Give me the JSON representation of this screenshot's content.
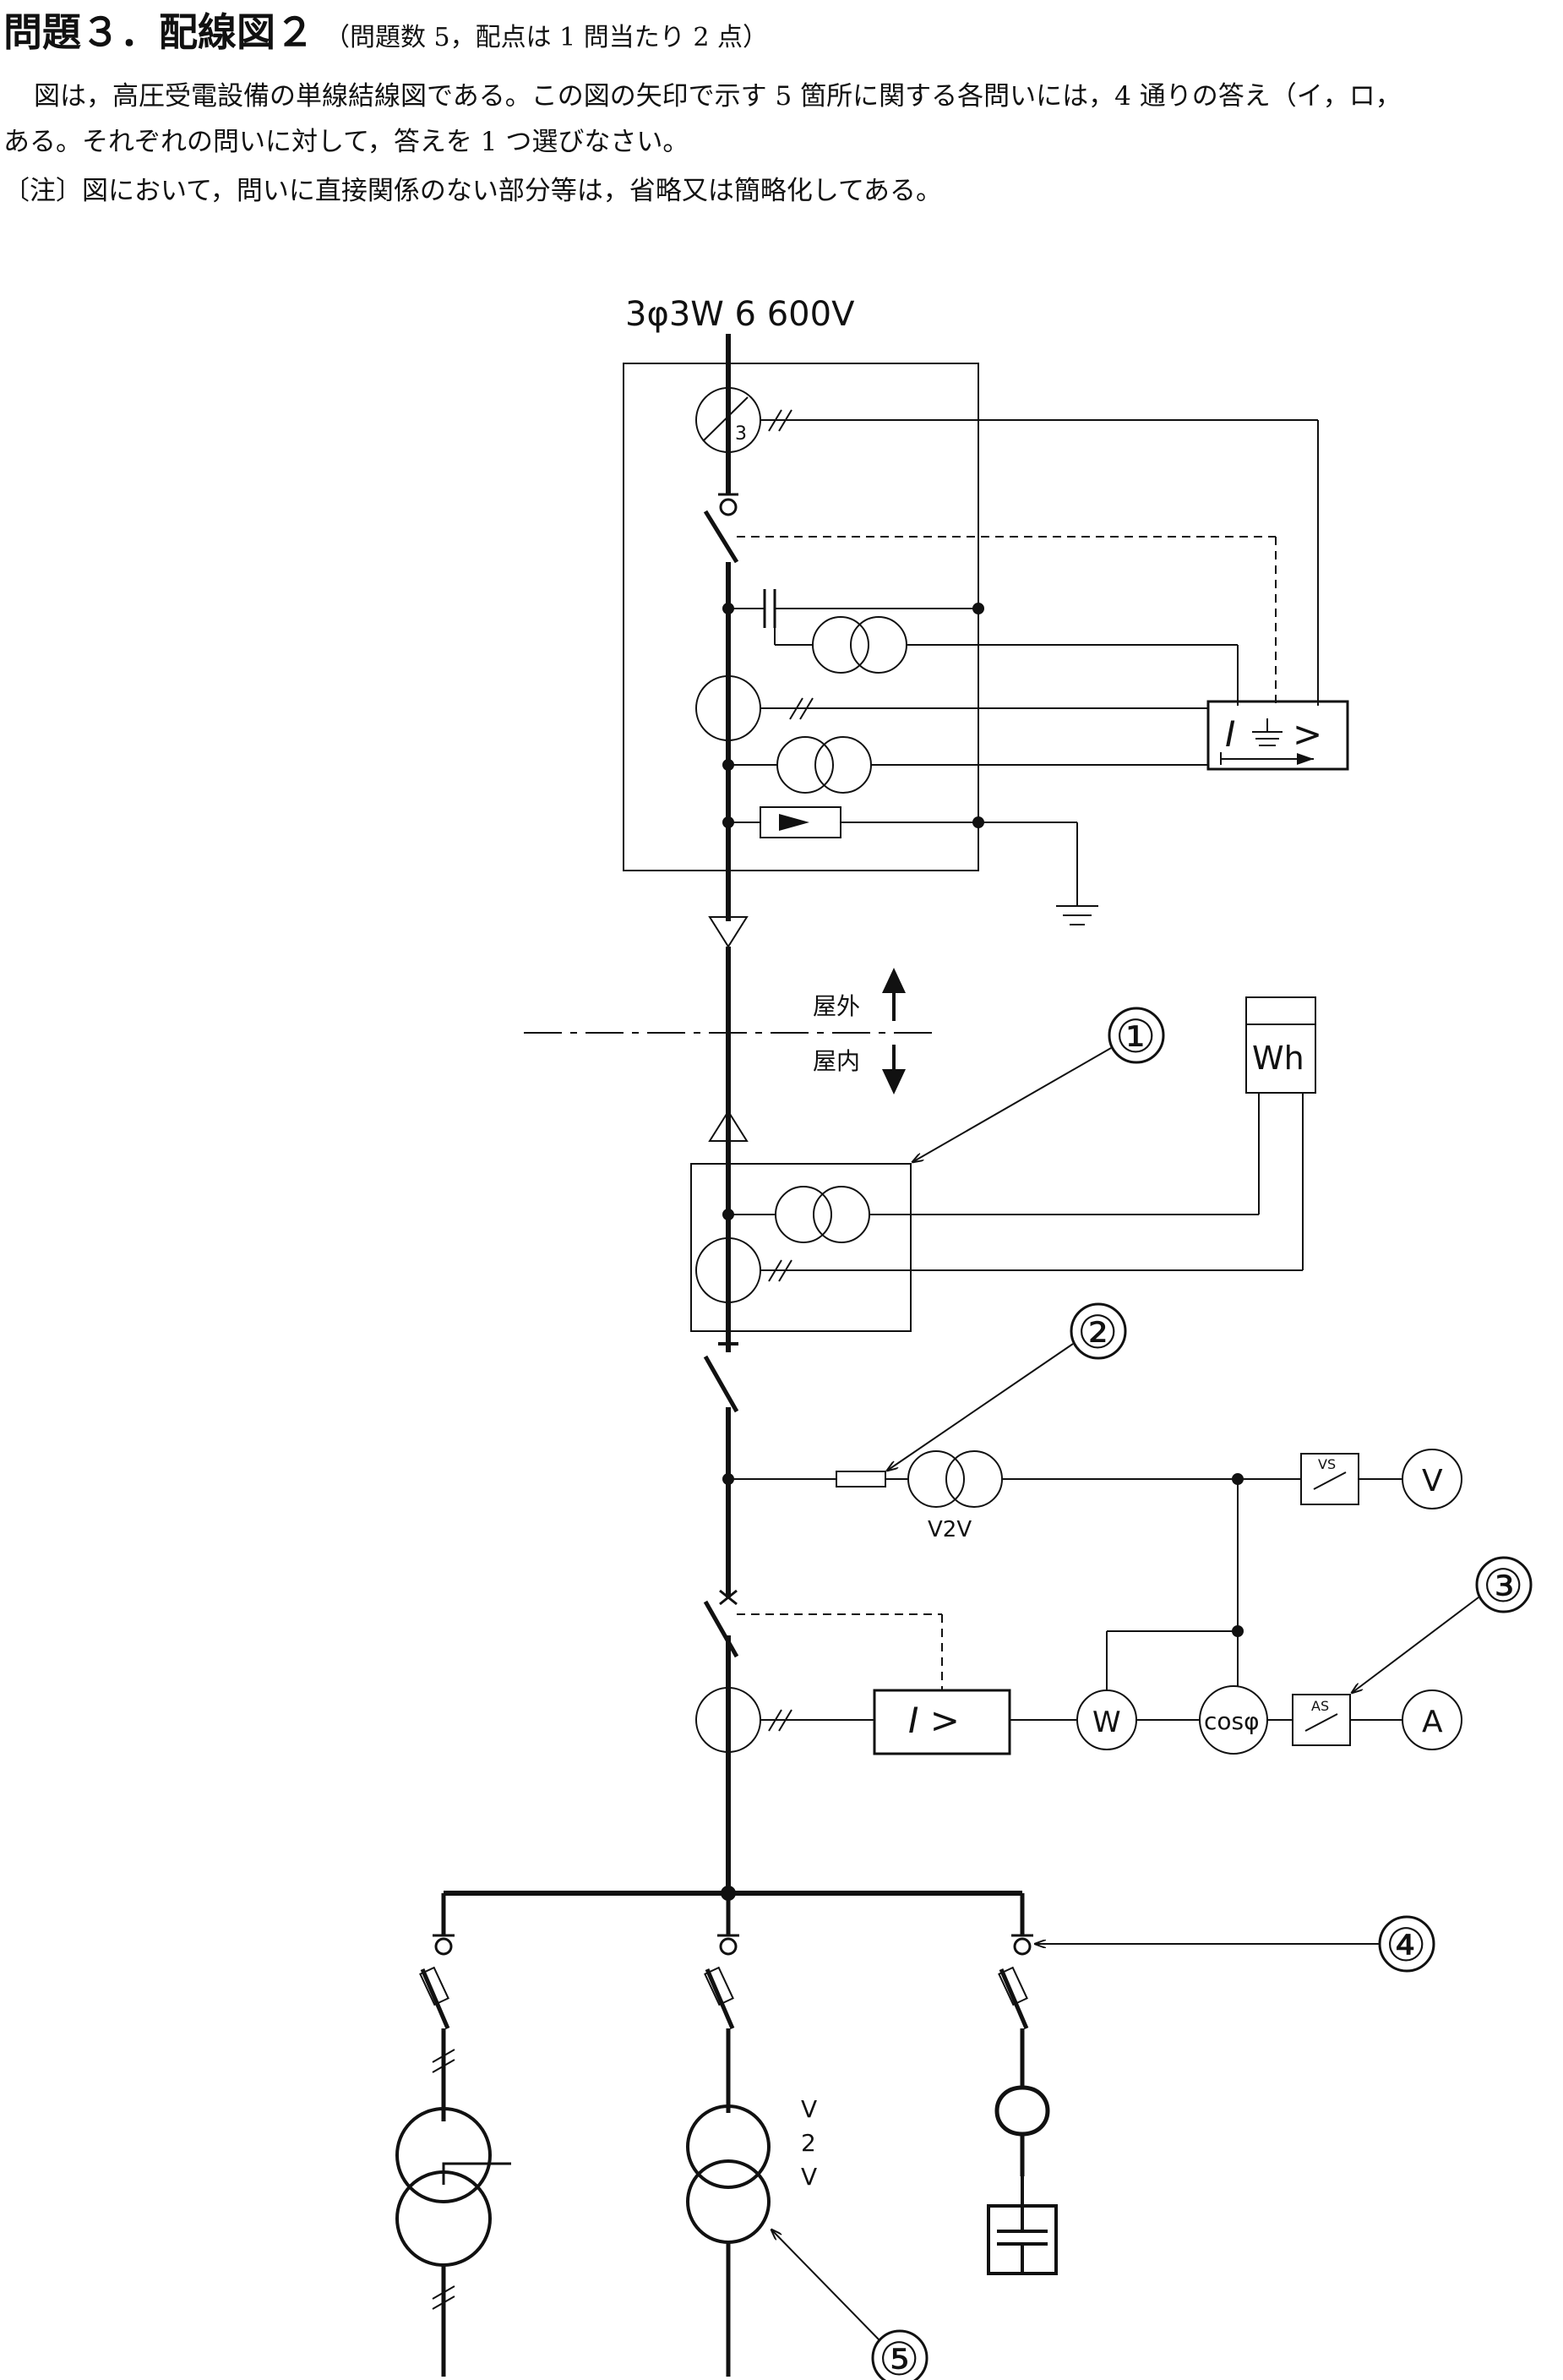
{
  "header": {
    "title": "問題３．配線図２",
    "subtitle": "（問題数 5，配点は 1 問当たり 2 点）",
    "line1": "図は，高圧受電設備の単線結線図である。この図の矢印で示す 5 箇所に関する各問いには，4 通りの答え（イ，ロ，",
    "line2": "ある。それぞれの問いに対して，答えを 1 つ選びなさい。",
    "line3": "〔注〕図において，問いに直接関係のない部分等は，省略又は簡略化してある。"
  },
  "diagram": {
    "supply": "3φ3W  6 600V",
    "zct_turns": "3",
    "outdoor": "屋外",
    "indoor": "屋内",
    "wh_meter": "Wh",
    "vt_label": "V2V",
    "vs_switch": "VS",
    "as_switch": "AS",
    "voltmeter": "V",
    "ammeter": "A",
    "wattmeter": "W",
    "pf_meter": "cosφ",
    "ground_relay": "I ⏚ >",
    "overcurrent_relay": "I  >",
    "vt_vertical": [
      "V",
      "2",
      "V"
    ],
    "markers": [
      "①",
      "②",
      "③",
      "④",
      "⑤"
    ]
  }
}
